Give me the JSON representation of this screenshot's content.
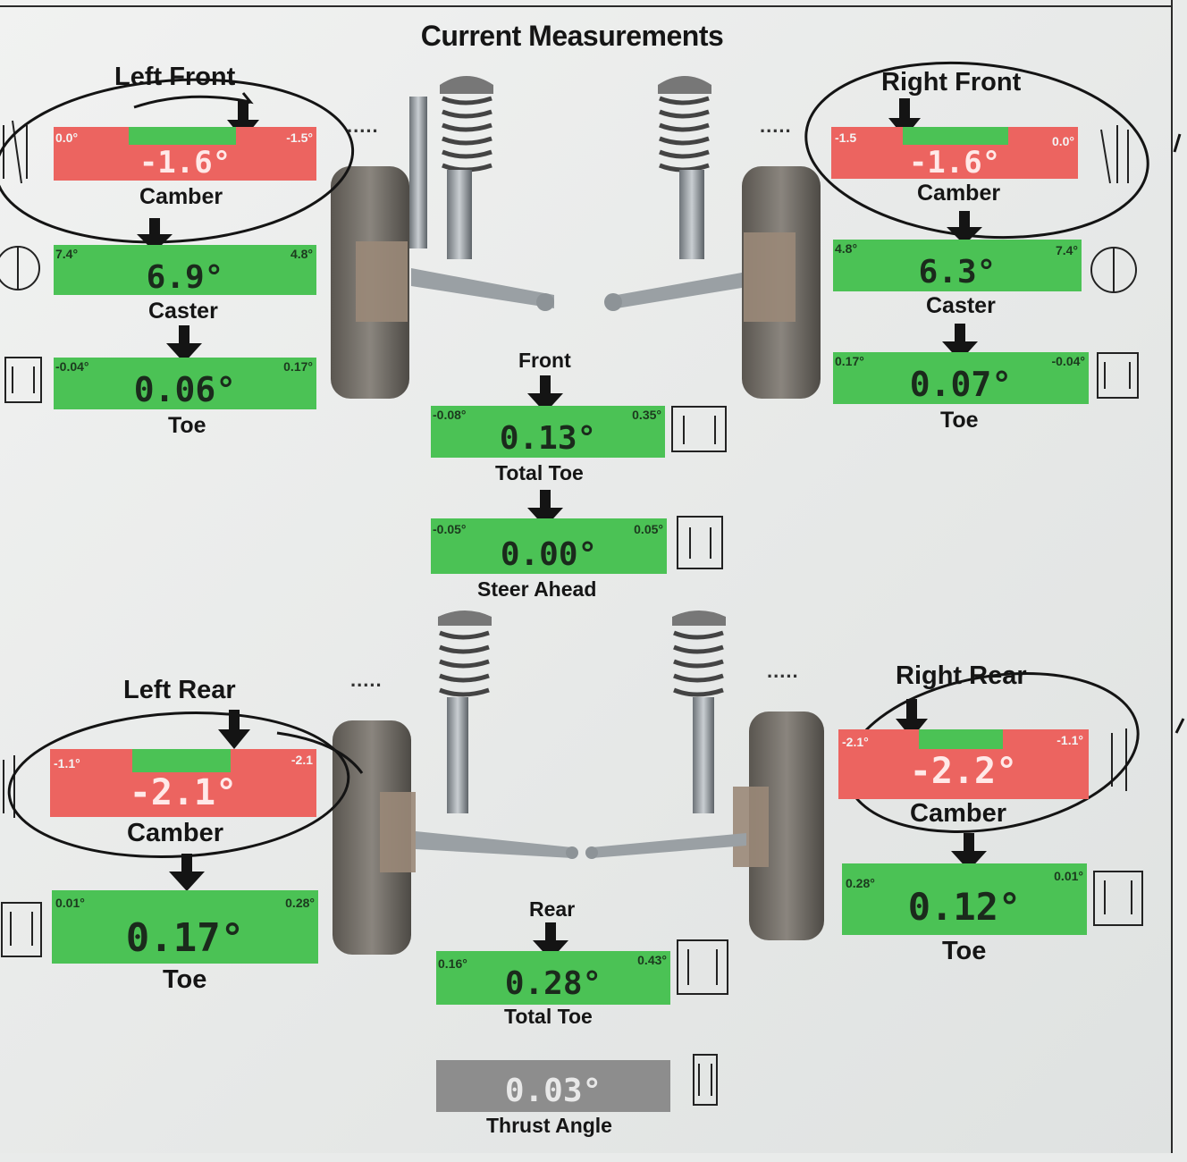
{
  "title": "Current Measurements",
  "dots": ".....",
  "corners": {
    "left_front": {
      "label": "Left Front"
    },
    "right_front": {
      "label": "Right Front"
    },
    "left_rear": {
      "label": "Left Rear"
    },
    "right_rear": {
      "label": "Right Rear"
    }
  },
  "gauges": {
    "lf_camber": {
      "label": "Camber",
      "value": "-1.6°",
      "left": "0.0°",
      "right": "-1.5°",
      "status": "out-of-spec"
    },
    "lf_caster": {
      "label": "Caster",
      "value": "6.9°",
      "left": "7.4°",
      "right": "4.8°",
      "status": "in-spec"
    },
    "lf_toe": {
      "label": "Toe",
      "value": "0.06°",
      "left": "-0.04°",
      "right": "0.17°",
      "status": "in-spec"
    },
    "rf_camber": {
      "label": "Camber",
      "value": "-1.6°",
      "left": "-1.5",
      "right": "0.0°",
      "status": "out-of-spec"
    },
    "rf_caster": {
      "label": "Caster",
      "value": "6.3°",
      "left": "4.8°",
      "right": "7.4°",
      "status": "in-spec"
    },
    "rf_toe": {
      "label": "Toe",
      "value": "0.07°",
      "left": "0.17°",
      "right": "-0.04°",
      "status": "in-spec"
    },
    "front_total_toe": {
      "heading": "Front",
      "label": "Total Toe",
      "value": "0.13°",
      "left": "-0.08°",
      "right": "0.35°",
      "status": "in-spec"
    },
    "steer_ahead": {
      "label": "Steer Ahead",
      "value": "0.00°",
      "left": "-0.05°",
      "right": "0.05°",
      "status": "in-spec"
    },
    "lr_camber": {
      "label": "Camber",
      "value": "-2.1°",
      "left": "-1.1°",
      "right": "-2.1",
      "status": "out-of-spec"
    },
    "lr_toe": {
      "label": "Toe",
      "value": "0.17°",
      "left": "0.01°",
      "right": "0.28°",
      "status": "in-spec"
    },
    "rr_camber": {
      "label": "Camber",
      "value": "-2.2°",
      "left": "-2.1°",
      "right": "-1.1°",
      "status": "out-of-spec"
    },
    "rr_toe": {
      "label": "Toe",
      "value": "0.12°",
      "left": "0.28°",
      "right": "0.01°",
      "status": "in-spec"
    },
    "rear_total_toe": {
      "heading": "Rear",
      "label": "Total Toe",
      "value": "0.28°",
      "left": "0.16°",
      "right": "0.43°",
      "status": "in-spec"
    },
    "thrust_angle": {
      "label": "Thrust Angle",
      "value": "0.03°",
      "status": "info"
    }
  },
  "colors": {
    "out_of_spec": "#ec6460",
    "in_spec": "#4bc255",
    "info": "#8d8d8d",
    "ink": "#151515"
  }
}
